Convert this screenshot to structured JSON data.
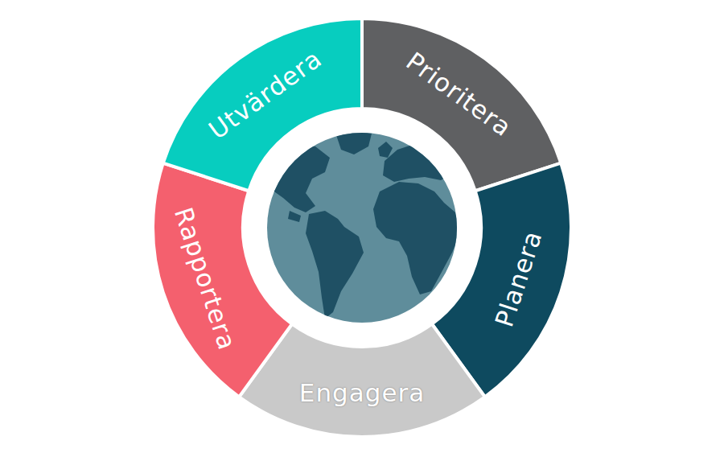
{
  "diagram": {
    "nodes": [
      {
        "text": [
          "Prioritera"
        ]
      },
      {
        "text": [
          "Planera"
        ]
      },
      {
        "text": [
          "Engagera"
        ]
      },
      {
        "text": [
          "Rapportera"
        ]
      },
      {
        "text": [
          "Utvärdera"
        ]
      }
    ]
  }
}
